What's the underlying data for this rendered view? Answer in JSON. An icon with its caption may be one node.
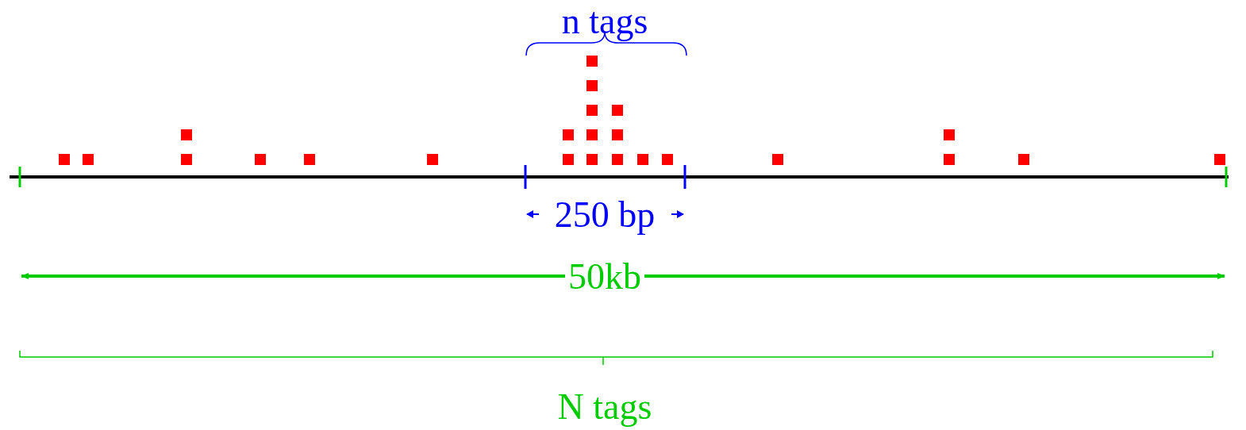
{
  "diagram": {
    "labels": [
      "n tags",
      "250 bp",
      "50kb",
      "N tags"
    ]
  }
}
